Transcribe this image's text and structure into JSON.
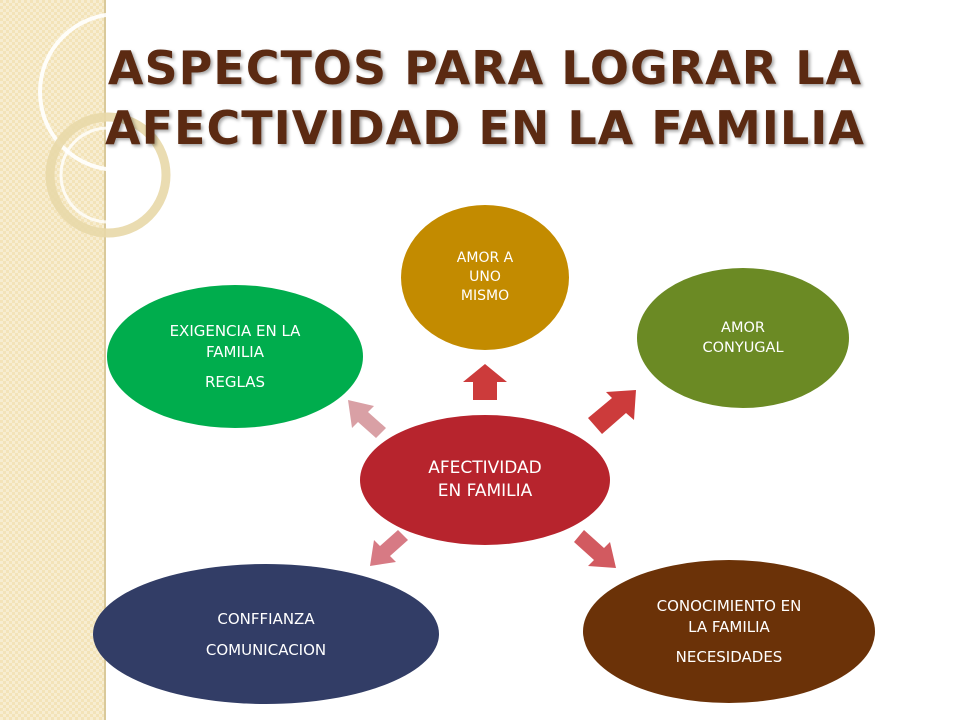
{
  "title": {
    "line1": "ASPECTOS PARA LOGRAR LA",
    "line2": "AFECTIVIDAD EN LA FAMILIA"
  },
  "center": {
    "line1": "AFECTIVIDAD",
    "line2": "EN FAMILIA",
    "color": "#b7242d"
  },
  "nodes": {
    "top": {
      "lines": [
        "AMOR A",
        "UNO",
        "MISMO"
      ],
      "color": "#c38b00"
    },
    "right": {
      "lines": [
        "AMOR",
        "CONYUGAL"
      ],
      "color": "#6b8a24"
    },
    "left": {
      "lines": [
        "EXIGENCIA EN LA",
        "FAMILIA"
      ],
      "extra": "REGLAS",
      "color": "#00ad4d"
    },
    "bottom_left": {
      "line1": "CONFFIANZA",
      "line2": "COMUNICACION",
      "color": "#323d66"
    },
    "bottom_right": {
      "lines": [
        "CONOCIMIENTO  EN",
        "LA FAMILIA"
      ],
      "extra": "NECESIDADES",
      "color": "#6b3208"
    }
  },
  "colors": {
    "title": "#5b2a12",
    "arrow_top": "#cc3b3b",
    "arrow_right": "#cc3b3b",
    "arrow_left": "#d9a0a5",
    "arrow_bottom_left": "#d77a84",
    "arrow_bottom_right": "#d25a60",
    "strip": "#f3e3b8"
  }
}
